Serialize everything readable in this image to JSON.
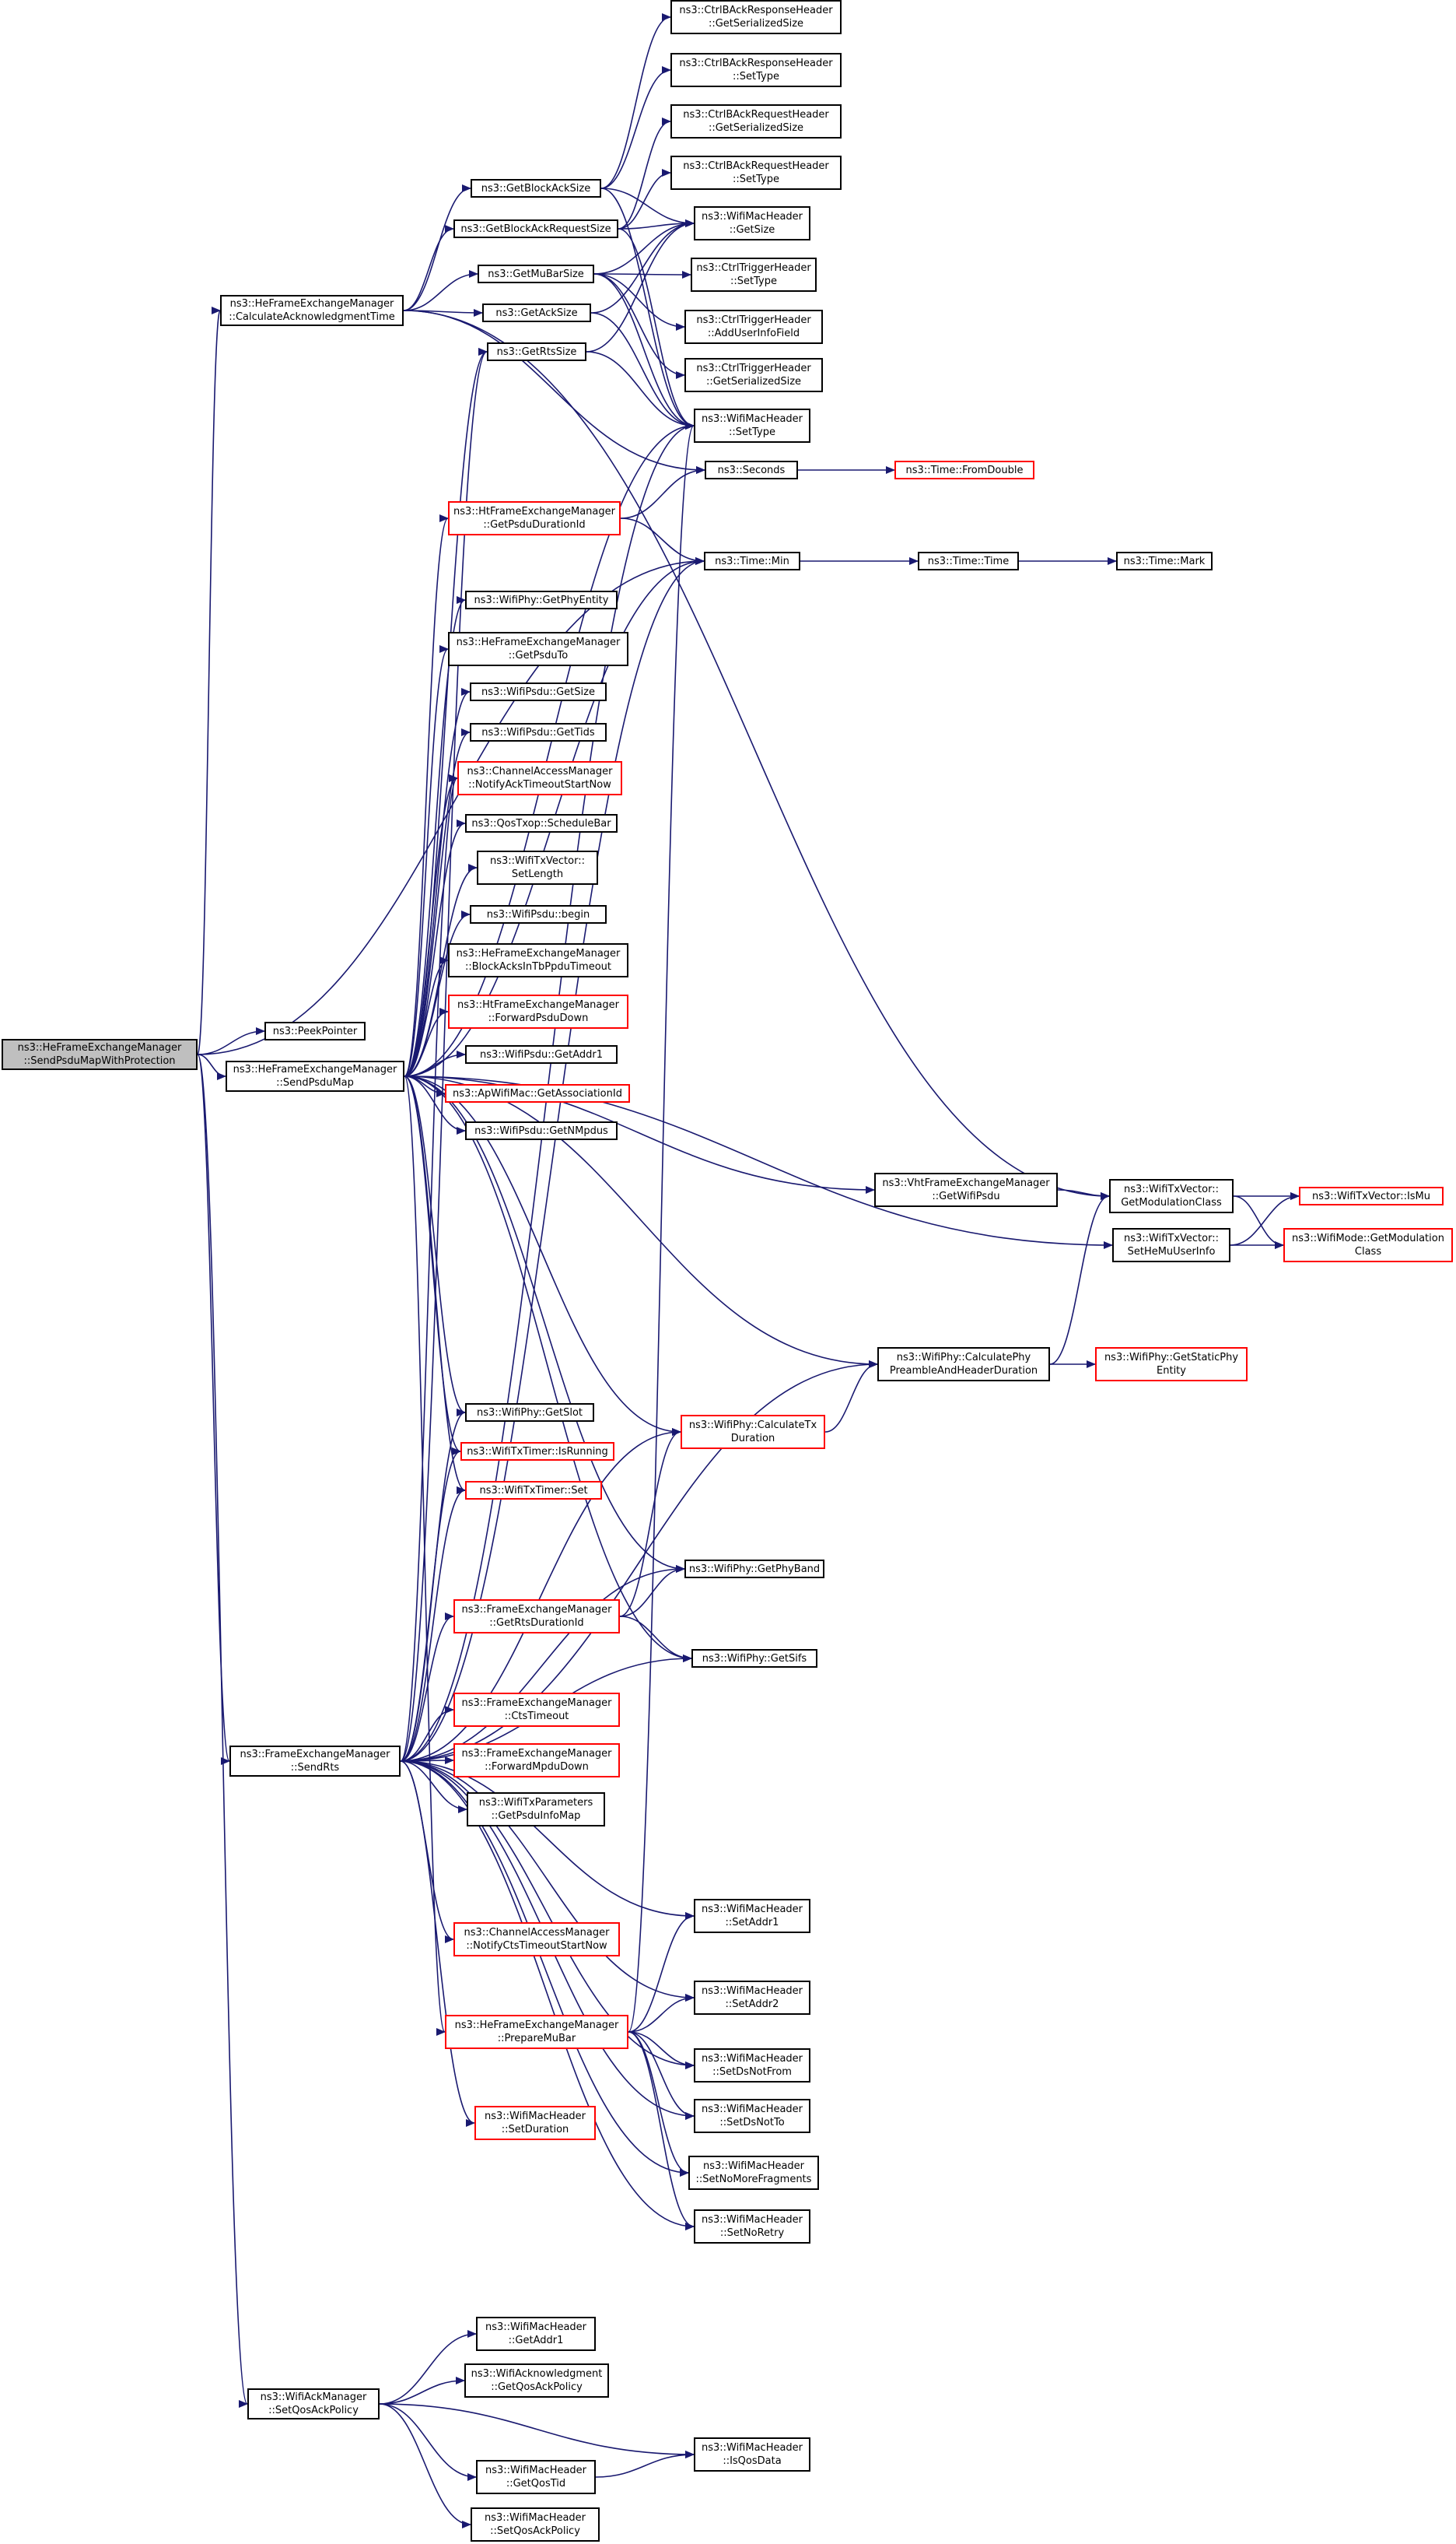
{
  "colors": {
    "edge": "#191970",
    "node_border": "#000000",
    "node_border_truncated": "#ff0000",
    "root_fill": "#bfbfbf"
  },
  "nodes": {
    "root": [
      "ns3::HeFrameExchangeManager",
      "::SendPsduMapWithProtection"
    ],
    "he_calc_ack_time": [
      "ns3::HeFrameExchangeManager",
      "::CalculateAcknowledgmentTime"
    ],
    "peek_pointer": [
      "ns3::PeekPointer"
    ],
    "he_send_psdu_map": [
      "ns3::HeFrameExchangeManager",
      "::SendPsduMap"
    ],
    "fem_send_rts": [
      "ns3::FrameExchangeManager",
      "::SendRts"
    ],
    "ack_set_qos_policy": [
      "ns3::WifiAckManager",
      "::SetQosAckPolicy"
    ],
    "get_block_ack_size": [
      "ns3::GetBlockAckSize"
    ],
    "get_block_ack_req_size": [
      "ns3::GetBlockAckRequestSize"
    ],
    "get_mu_bar_size": [
      "ns3::GetMuBarSize"
    ],
    "get_ack_size": [
      "ns3::GetAckSize"
    ],
    "get_rts_size": [
      "ns3::GetRtsSize"
    ],
    "ctrl_ba_resp_getsize": [
      "ns3::CtrlBAckResponseHeader",
      "::GetSerializedSize"
    ],
    "ctrl_ba_resp_settype": [
      "ns3::CtrlBAckResponseHeader",
      "::SetType"
    ],
    "ctrl_ba_req_getsize": [
      "ns3::CtrlBAckRequestHeader",
      "::GetSerializedSize"
    ],
    "ctrl_ba_req_settype": [
      "ns3::CtrlBAckRequestHeader",
      "::SetType"
    ],
    "mac_getsize": [
      "ns3::WifiMacHeader",
      "::GetSize"
    ],
    "trig_settype": [
      "ns3::CtrlTriggerHeader",
      "::SetType"
    ],
    "trig_add_user": [
      "ns3::CtrlTriggerHeader",
      "::AddUserInfoField"
    ],
    "trig_getsize": [
      "ns3::CtrlTriggerHeader",
      "::GetSerializedSize"
    ],
    "mac_settype": [
      "ns3::WifiMacHeader",
      "::SetType"
    ],
    "seconds": [
      "ns3::Seconds"
    ],
    "time_fromdouble": [
      "ns3::Time::FromDouble"
    ],
    "ht_get_psdu_dur": [
      "ns3::HtFrameExchangeManager",
      "::GetPsduDurationId"
    ],
    "time_min": [
      "ns3::Time::Min"
    ],
    "time_time": [
      "ns3::Time::Time"
    ],
    "time_mark": [
      "ns3::Time::Mark"
    ],
    "phy_get_entity": [
      "ns3::WifiPhy::GetPhyEntity"
    ],
    "he_get_psdu_to": [
      "ns3::HeFrameExchangeManager",
      "::GetPsduTo"
    ],
    "psdu_getsize": [
      "ns3::WifiPsdu::GetSize"
    ],
    "psdu_gettids": [
      "ns3::WifiPsdu::GetTids"
    ],
    "cam_ack_timeout": [
      "ns3::ChannelAccessManager",
      "::NotifyAckTimeoutStartNow"
    ],
    "qos_schedule_bar": [
      "ns3::QosTxop::ScheduleBar"
    ],
    "txv_setlength": [
      "ns3::WifiTxVector::",
      "SetLength"
    ],
    "psdu_begin": [
      "ns3::WifiPsdu::begin"
    ],
    "he_ba_timeout": [
      "ns3::HeFrameExchangeManager",
      "::BlockAcksInTbPpduTimeout"
    ],
    "ht_fwd_psdu": [
      "ns3::HtFrameExchangeManager",
      "::ForwardPsduDown"
    ],
    "psdu_getaddr1": [
      "ns3::WifiPsdu::GetAddr1"
    ],
    "ap_assoc_id": [
      "ns3::ApWifiMac::GetAssociationId"
    ],
    "psdu_nmpdus": [
      "ns3::WifiPsdu::GetNMpdus"
    ],
    "vht_get_psdu": [
      "ns3::VhtFrameExchangeManager",
      "::GetWifiPsdu"
    ],
    "txv_get_mod": [
      "ns3::WifiTxVector::",
      "GetModulationClass"
    ],
    "txv_ismu": [
      "ns3::WifiTxVector::IsMu"
    ],
    "txv_set_he_mu": [
      "ns3::WifiTxVector::",
      "SetHeMuUserInfo"
    ],
    "mode_get_mod": [
      "ns3::WifiMode::GetModulation",
      "Class"
    ],
    "phy_calc_preamble": [
      "ns3::WifiPhy::CalculatePhy",
      "PreambleAndHeaderDuration"
    ],
    "phy_static_entity": [
      "ns3::WifiPhy::GetStaticPhy",
      "Entity"
    ],
    "phy_calc_tx": [
      "ns3::WifiPhy::CalculateTx",
      "Duration"
    ],
    "phy_getslot": [
      "ns3::WifiPhy::GetSlot"
    ],
    "timer_isrunning": [
      "ns3::WifiTxTimer::IsRunning"
    ],
    "timer_set": [
      "ns3::WifiTxTimer::Set"
    ],
    "phy_getband": [
      "ns3::WifiPhy::GetPhyBand"
    ],
    "fem_rts_dur": [
      "ns3::FrameExchangeManager",
      "::GetRtsDurationId"
    ],
    "phy_getsifs": [
      "ns3::WifiPhy::GetSifs"
    ],
    "fem_cts_timeout": [
      "ns3::FrameExchangeManager",
      "::CtsTimeout"
    ],
    "fem_fwd_mpdu": [
      "ns3::FrameExchangeManager",
      "::ForwardMpduDown"
    ],
    "txp_psdu_map": [
      "ns3::WifiTxParameters",
      "::GetPsduInfoMap"
    ],
    "mac_setaddr1": [
      "ns3::WifiMacHeader",
      "::SetAddr1"
    ],
    "cam_cts_timeout": [
      "ns3::ChannelAccessManager",
      "::NotifyCtsTimeoutStartNow"
    ],
    "mac_setaddr2": [
      "ns3::WifiMacHeader",
      "::SetAddr2"
    ],
    "he_prepare_mubar": [
      "ns3::HeFrameExchangeManager",
      "::PrepareMuBar"
    ],
    "mac_setdsnotfrom": [
      "ns3::WifiMacHeader",
      "::SetDsNotFrom"
    ],
    "mac_setduration": [
      "ns3::WifiMacHeader",
      "::SetDuration"
    ],
    "mac_setdsnotto": [
      "ns3::WifiMacHeader",
      "::SetDsNotTo"
    ],
    "mac_setnomorefrag": [
      "ns3::WifiMacHeader",
      "::SetNoMoreFragments"
    ],
    "mac_setnoretry": [
      "ns3::WifiMacHeader",
      "::SetNoRetry"
    ],
    "mac_getaddr1": [
      "ns3::WifiMacHeader",
      "::GetAddr1"
    ],
    "ack_get_qos_policy": [
      "ns3::WifiAcknowledgment",
      "::GetQosAckPolicy"
    ],
    "mac_isqosdata": [
      "ns3::WifiMacHeader",
      "::IsQosData"
    ],
    "mac_getqostid": [
      "ns3::WifiMacHeader",
      "::GetQosTid"
    ],
    "mac_setqosackpolicy": [
      "ns3::WifiMacHeader",
      "::SetQosAckPolicy"
    ]
  },
  "truncated_nodes": [
    "ht_get_psdu_dur",
    "time_fromdouble",
    "cam_ack_timeout",
    "ht_fwd_psdu",
    "ap_assoc_id",
    "txv_ismu",
    "mode_get_mod",
    "phy_static_entity",
    "phy_calc_tx",
    "timer_isrunning",
    "timer_set",
    "fem_rts_dur",
    "fem_cts_timeout",
    "fem_fwd_mpdu",
    "cam_cts_timeout",
    "he_prepare_mubar",
    "mac_setduration"
  ],
  "edges": [
    [
      "root",
      "he_calc_ack_time"
    ],
    [
      "root",
      "peek_pointer"
    ],
    [
      "root",
      "he_send_psdu_map"
    ],
    [
      "root",
      "fem_send_rts"
    ],
    [
      "root",
      "ack_set_qos_policy"
    ],
    [
      "root",
      "time_min"
    ],
    [
      "he_calc_ack_time",
      "get_block_ack_size"
    ],
    [
      "he_calc_ack_time",
      "get_block_ack_req_size"
    ],
    [
      "he_calc_ack_time",
      "get_mu_bar_size"
    ],
    [
      "he_calc_ack_time",
      "get_ack_size"
    ],
    [
      "he_calc_ack_time",
      "seconds"
    ],
    [
      "he_calc_ack_time",
      "txv_get_mod"
    ],
    [
      "get_block_ack_size",
      "ctrl_ba_resp_getsize"
    ],
    [
      "get_block_ack_size",
      "ctrl_ba_resp_settype"
    ],
    [
      "get_block_ack_size",
      "mac_getsize"
    ],
    [
      "get_block_ack_size",
      "mac_settype"
    ],
    [
      "get_block_ack_req_size",
      "ctrl_ba_req_getsize"
    ],
    [
      "get_block_ack_req_size",
      "ctrl_ba_req_settype"
    ],
    [
      "get_block_ack_req_size",
      "mac_getsize"
    ],
    [
      "get_block_ack_req_size",
      "mac_settype"
    ],
    [
      "get_mu_bar_size",
      "mac_getsize"
    ],
    [
      "get_mu_bar_size",
      "trig_settype"
    ],
    [
      "get_mu_bar_size",
      "trig_add_user"
    ],
    [
      "get_mu_bar_size",
      "trig_getsize"
    ],
    [
      "get_mu_bar_size",
      "mac_settype"
    ],
    [
      "get_ack_size",
      "mac_getsize"
    ],
    [
      "get_ack_size",
      "mac_settype"
    ],
    [
      "get_rts_size",
      "mac_getsize"
    ],
    [
      "get_rts_size",
      "mac_settype"
    ],
    [
      "seconds",
      "time_fromdouble"
    ],
    [
      "ht_get_psdu_dur",
      "seconds"
    ],
    [
      "ht_get_psdu_dur",
      "time_min"
    ],
    [
      "time_min",
      "time_time"
    ],
    [
      "time_time",
      "time_mark"
    ],
    [
      "he_send_psdu_map",
      "get_rts_size"
    ],
    [
      "he_send_psdu_map",
      "mac_settype"
    ],
    [
      "he_send_psdu_map",
      "ht_get_psdu_dur"
    ],
    [
      "he_send_psdu_map",
      "time_min"
    ],
    [
      "he_send_psdu_map",
      "phy_get_entity"
    ],
    [
      "he_send_psdu_map",
      "he_get_psdu_to"
    ],
    [
      "he_send_psdu_map",
      "psdu_getsize"
    ],
    [
      "he_send_psdu_map",
      "psdu_gettids"
    ],
    [
      "he_send_psdu_map",
      "cam_ack_timeout"
    ],
    [
      "he_send_psdu_map",
      "qos_schedule_bar"
    ],
    [
      "he_send_psdu_map",
      "txv_setlength"
    ],
    [
      "he_send_psdu_map",
      "psdu_begin"
    ],
    [
      "he_send_psdu_map",
      "he_ba_timeout"
    ],
    [
      "he_send_psdu_map",
      "ht_fwd_psdu"
    ],
    [
      "he_send_psdu_map",
      "psdu_getaddr1"
    ],
    [
      "he_send_psdu_map",
      "ap_assoc_id"
    ],
    [
      "he_send_psdu_map",
      "psdu_nmpdus"
    ],
    [
      "he_send_psdu_map",
      "vht_get_psdu"
    ],
    [
      "he_send_psdu_map",
      "txv_set_he_mu"
    ],
    [
      "he_send_psdu_map",
      "phy_calc_preamble"
    ],
    [
      "he_send_psdu_map",
      "phy_calc_tx"
    ],
    [
      "he_send_psdu_map",
      "phy_getband"
    ],
    [
      "he_send_psdu_map",
      "phy_getsifs"
    ],
    [
      "he_send_psdu_map",
      "phy_getslot"
    ],
    [
      "he_send_psdu_map",
      "timer_isrunning"
    ],
    [
      "he_send_psdu_map",
      "timer_set"
    ],
    [
      "he_send_psdu_map",
      "he_prepare_mubar"
    ],
    [
      "vht_get_psdu",
      "txv_get_mod"
    ],
    [
      "txv_get_mod",
      "txv_ismu"
    ],
    [
      "txv_get_mod",
      "mode_get_mod"
    ],
    [
      "txv_set_he_mu",
      "txv_ismu"
    ],
    [
      "txv_set_he_mu",
      "mode_get_mod"
    ],
    [
      "phy_calc_preamble",
      "txv_get_mod"
    ],
    [
      "phy_calc_preamble",
      "phy_static_entity"
    ],
    [
      "phy_calc_tx",
      "phy_calc_preamble"
    ],
    [
      "fem_rts_dur",
      "phy_calc_tx"
    ],
    [
      "fem_rts_dur",
      "phy_getband"
    ],
    [
      "fem_rts_dur",
      "phy_getsifs"
    ],
    [
      "fem_send_rts",
      "get_rts_size"
    ],
    [
      "fem_send_rts",
      "mac_settype"
    ],
    [
      "fem_send_rts",
      "time_min"
    ],
    [
      "fem_send_rts",
      "cam_ack_timeout"
    ],
    [
      "fem_send_rts",
      "phy_getslot"
    ],
    [
      "fem_send_rts",
      "timer_isrunning"
    ],
    [
      "fem_send_rts",
      "timer_set"
    ],
    [
      "fem_send_rts",
      "phy_calc_tx"
    ],
    [
      "fem_send_rts",
      "phy_getband"
    ],
    [
      "fem_send_rts",
      "fem_rts_dur"
    ],
    [
      "fem_send_rts",
      "phy_getsifs"
    ],
    [
      "fem_send_rts",
      "fem_cts_timeout"
    ],
    [
      "fem_send_rts",
      "fem_fwd_mpdu"
    ],
    [
      "fem_send_rts",
      "txp_psdu_map"
    ],
    [
      "fem_send_rts",
      "mac_setaddr1"
    ],
    [
      "fem_send_rts",
      "cam_cts_timeout"
    ],
    [
      "fem_send_rts",
      "mac_setaddr2"
    ],
    [
      "fem_send_rts",
      "mac_setduration"
    ],
    [
      "fem_send_rts",
      "mac_setdsnotfrom"
    ],
    [
      "fem_send_rts",
      "mac_setdsnotto"
    ],
    [
      "fem_send_rts",
      "mac_setnomorefrag"
    ],
    [
      "fem_send_rts",
      "mac_setnoretry"
    ],
    [
      "fem_send_rts",
      "phy_calc_preamble"
    ],
    [
      "he_prepare_mubar",
      "mac_settype"
    ],
    [
      "he_prepare_mubar",
      "mac_setaddr1"
    ],
    [
      "he_prepare_mubar",
      "mac_setaddr2"
    ],
    [
      "he_prepare_mubar",
      "mac_setdsnotfrom"
    ],
    [
      "he_prepare_mubar",
      "mac_setdsnotto"
    ],
    [
      "he_prepare_mubar",
      "mac_setnomorefrag"
    ],
    [
      "he_prepare_mubar",
      "mac_setnoretry"
    ],
    [
      "ack_set_qos_policy",
      "mac_getaddr1"
    ],
    [
      "ack_set_qos_policy",
      "ack_get_qos_policy"
    ],
    [
      "ack_set_qos_policy",
      "mac_isqosdata"
    ],
    [
      "ack_set_qos_policy",
      "mac_getqostid"
    ],
    [
      "ack_set_qos_policy",
      "mac_setqosackpolicy"
    ],
    [
      "mac_getqostid",
      "mac_isqosdata"
    ]
  ]
}
